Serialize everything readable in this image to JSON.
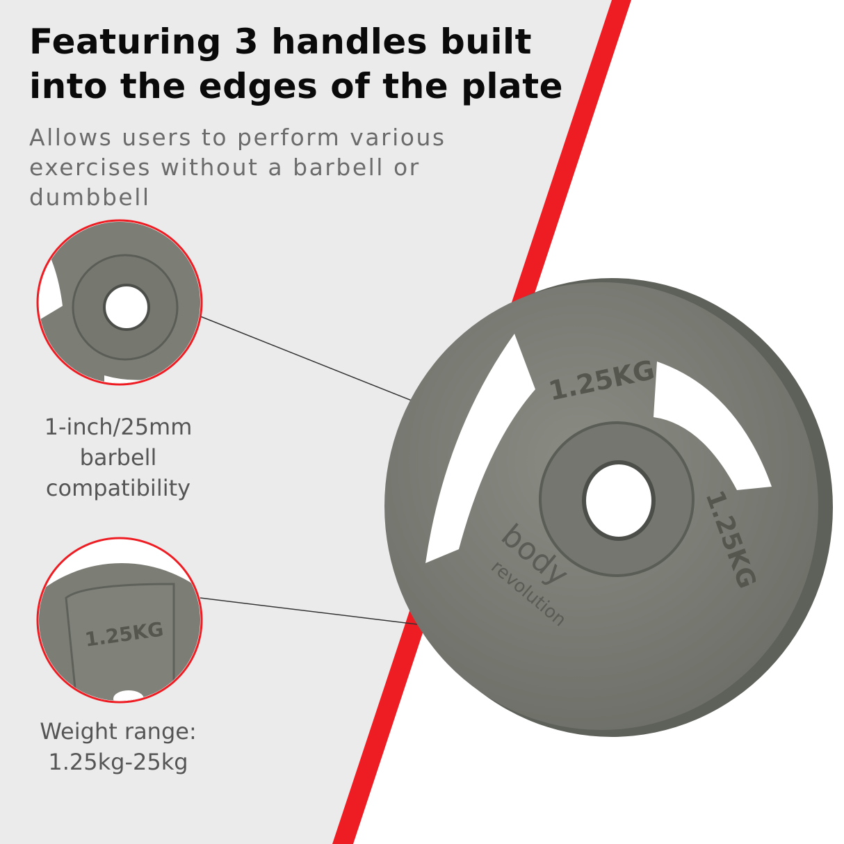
{
  "headline": {
    "line1": "Featuring 3 handles built",
    "line2": "into the edges of the plate"
  },
  "subheadline": {
    "line1": "Allows users to perform various",
    "line2": "exercises without a barbell or",
    "line3": "dumbbell"
  },
  "features": [
    {
      "line1": "1-inch/25mm",
      "line2": "barbell",
      "line3": "compatibility"
    },
    {
      "line1": "Weight range:",
      "line2": "1.25kg-25kg"
    }
  ],
  "plate": {
    "weight_label": "1.25KG",
    "brand_line1": "body",
    "brand_line2": "revolution"
  },
  "colors": {
    "accent_red": "#ee1d23",
    "panel_gray": "#ebebeb",
    "plate_gray": "#7c7e76",
    "text_dark": "#0a0a0a",
    "text_gray": "#6b6b6b"
  }
}
